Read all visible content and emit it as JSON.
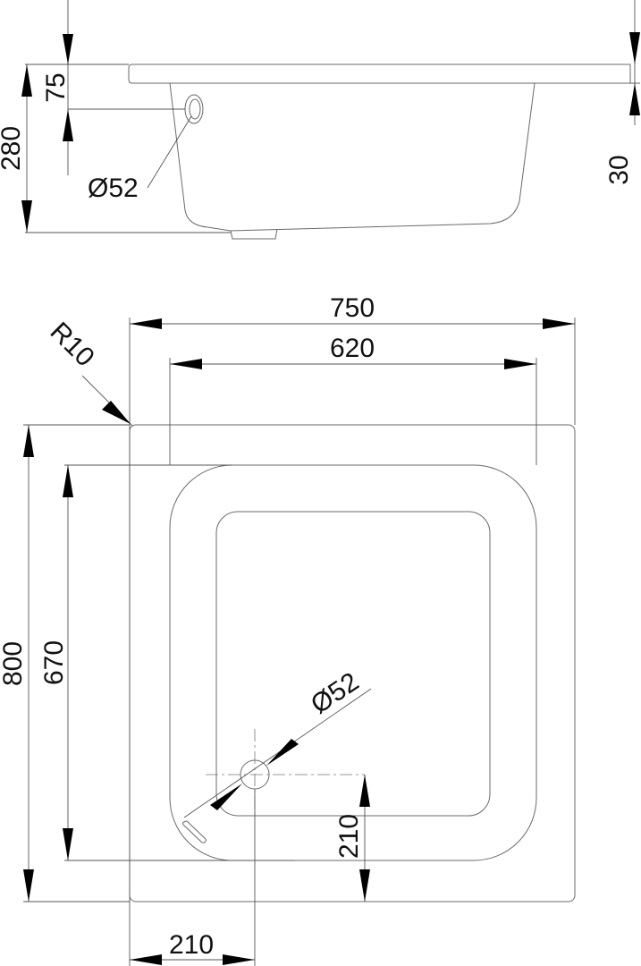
{
  "drawing": {
    "title": "Shower tray technical drawing",
    "side_view": {
      "rim_height": "75",
      "total_height": "280",
      "rim_thickness": "30",
      "overflow_diameter": "Ø52"
    },
    "top_view": {
      "outer_width": "750",
      "inner_width": "620",
      "corner_radius": "R10",
      "outer_depth": "800",
      "inner_depth": "670",
      "drain_diameter": "Ø52",
      "drain_offset_bottom": "210",
      "drain_offset_left": "210"
    }
  }
}
